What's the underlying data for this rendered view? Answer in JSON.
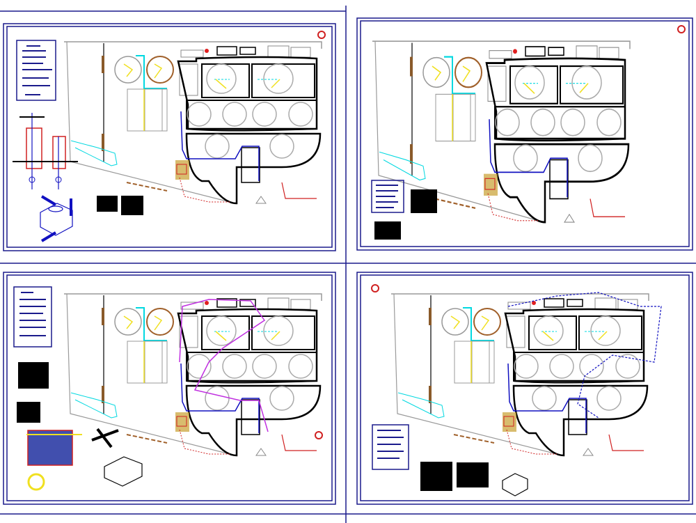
{
  "drawing": {
    "sheet_count": 4,
    "colors": {
      "frame": "#1a1a8c",
      "walls": "#000000",
      "site_boundary": "#9a9a9a",
      "water_line": "#00d8e0",
      "sludge_line": "#f0e020",
      "power_line": "#1010c0",
      "control_line": "#c030e0",
      "earth_line": "#d02020",
      "clarifier_brown": "#a0602a"
    },
    "sheets": [
      {
        "name": "sheet-1-single-line",
        "legend": true,
        "network": "power"
      },
      {
        "name": "sheet-2-power",
        "legend": true,
        "network": "power"
      },
      {
        "name": "sheet-3-control",
        "legend": true,
        "network": "control"
      },
      {
        "name": "sheet-4-lighting",
        "legend": true,
        "network": "lighting"
      }
    ]
  }
}
